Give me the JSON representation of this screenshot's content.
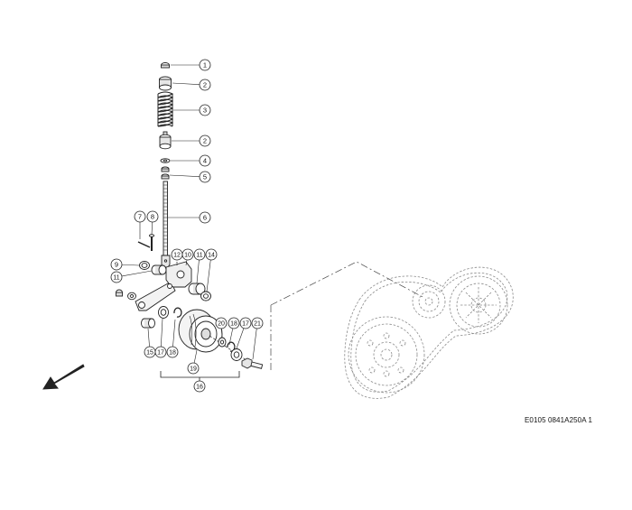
{
  "reference_code": "E0105 0841A250A 1",
  "callouts": [
    {
      "label": "1"
    },
    {
      "label": "2"
    },
    {
      "label": "3"
    },
    {
      "label": "2"
    },
    {
      "label": "4"
    },
    {
      "label": "5"
    },
    {
      "label": "6"
    },
    {
      "label": "7"
    },
    {
      "label": "8"
    },
    {
      "label": "9"
    },
    {
      "label": "11"
    },
    {
      "label": "12"
    },
    {
      "label": "10"
    },
    {
      "label": "11"
    },
    {
      "label": "14"
    },
    {
      "label": "15"
    },
    {
      "label": "17"
    },
    {
      "label": "18"
    },
    {
      "label": "20"
    },
    {
      "label": "18"
    },
    {
      "label": "17"
    },
    {
      "label": "21"
    },
    {
      "label": "19"
    },
    {
      "label": "16"
    }
  ]
}
